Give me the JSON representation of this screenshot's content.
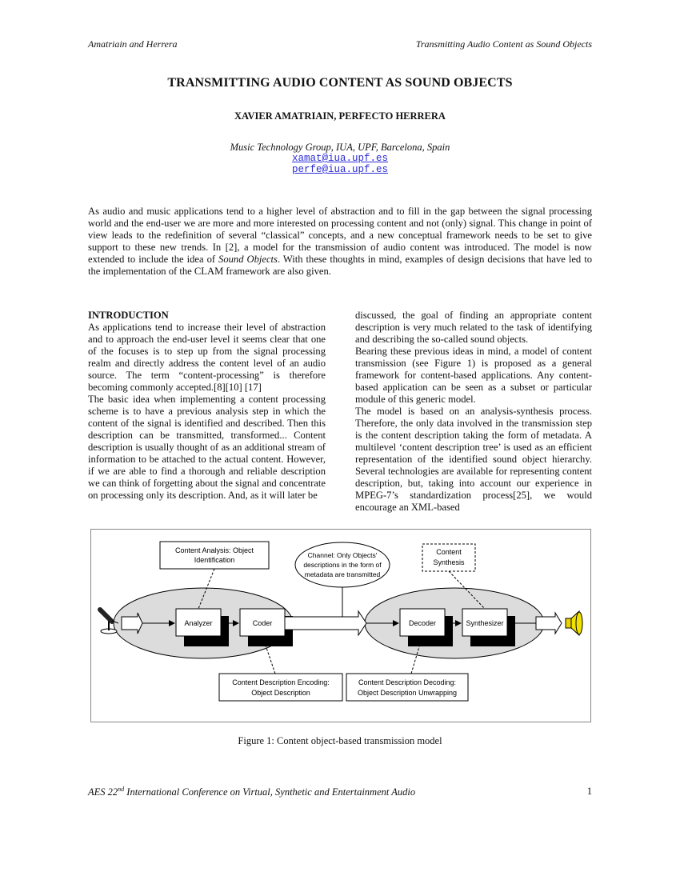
{
  "header": {
    "left": "Amatriain and Herrera",
    "right": "Transmitting Audio Content as Sound Objects"
  },
  "title": "TRANSMITTING AUDIO CONTENT AS SOUND OBJECTS",
  "authors": "XAVIER AMATRIAIN, PERFECTO HERRERA",
  "affiliation": "Music Technology Group, IUA, UPF, Barcelona, Spain",
  "emails": [
    "xamat@iua.upf.es",
    "perfe@iua.upf.es"
  ],
  "abstract": {
    "before_italic": "As audio and music applications tend to a higher level of abstraction and to fill in the gap between the signal processing world and the end-user we are more and more interested on processing content and not (only) signal. This change in point of view leads to the redefinition of several “classical” concepts, and a new conceptual framework needs to be set to give support to these new trends. In [2], a model for the transmission of audio content was introduced. The model is now extended to include the idea of ",
    "italic": "Sound Objects",
    "after_italic": ". With these thoughts in mind, examples of design decisions that have led to the implementation of the CLAM framework are also given."
  },
  "introduction": {
    "heading": "INTRODUCTION",
    "left_paragraphs": [
      "As applications tend to increase their level of abstraction and to approach the end-user level it seems clear that one of the focuses is to step up from the signal processing realm and directly address the content level of an audio source. The term “content-processing” is therefore becoming commonly accepted.[8][10] [17]",
      "The basic idea when implementing a content processing scheme is to have a previous analysis step in which the content of the signal is identified and described. Then this description can be transmitted, transformed... Content description is usually thought of as an additional stream of information to be attached to the actual content. However, if we are able to find a thorough and reliable description we can think of forgetting about the signal and concentrate on processing only its description. And, as it will later be"
    ],
    "right_paragraphs": [
      "discussed, the goal of finding an appropriate content description is very much related to the task of identifying and describing the so-called sound objects.",
      "Bearing these previous ideas in mind, a model of content transmission (see Figure 1) is proposed as a general framework for content-based applications. Any content-based application can be seen as a subset or particular module of this generic model.",
      "The model is based on an analysis-synthesis process. Therefore, the only data involved in the transmission step is the content description taking the form of metadata. A multilevel ‘content description tree’ is used as an efficient representation of the identified sound object hierarchy. Several technologies are available for representing content description, but, taking into account our experience in MPEG-7’s standardization process[25], we would encourage an XML-based"
    ]
  },
  "figure": {
    "caption": "Figure 1: Content object-based transmission model",
    "analysis_box": [
      "Content Analysis: Object",
      "Identification"
    ],
    "channel_bubble": [
      "Channel: Only Objects'",
      "descriptions in the form of",
      "metadata are transmitted"
    ],
    "synthesis_box": [
      "Content",
      "Synthesis"
    ],
    "blocks": [
      "Analyzer",
      "Coder",
      "Decoder",
      "Synthesizer"
    ],
    "encoding_box": [
      "Content Description Encoding:",
      "Object Description"
    ],
    "decoding_box": [
      "Content Description Decoding:",
      "Object Description Unwrapping"
    ]
  },
  "footer": {
    "left_prefix": "AES 22",
    "left_sup": "nd",
    "left_suffix": " International Conference on Virtual, Synthetic and Entertainment Audio",
    "page_number": "1"
  }
}
